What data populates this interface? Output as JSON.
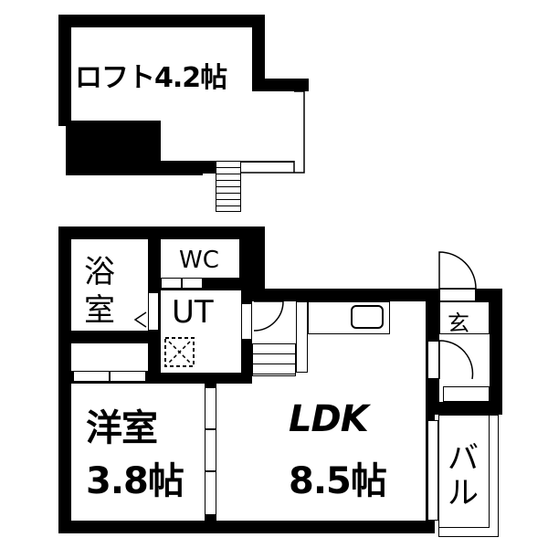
{
  "floorplan": {
    "loft": {
      "label": "ロフト4.2帖",
      "name": "ロフト",
      "size_jo": "4.2"
    },
    "bath": {
      "label_line1": "浴",
      "label_line2": "室"
    },
    "toilet": {
      "label": "WC"
    },
    "utility": {
      "label": "UT"
    },
    "western_room": {
      "label_line1": "洋室",
      "label_line2": "3.8帖",
      "size_jo": "3.8"
    },
    "ldk": {
      "label_line1": "LDK",
      "label_line2": "8.5帖",
      "size_jo": "8.5"
    },
    "entrance": {
      "label": "玄"
    },
    "balcony": {
      "label_line1": "バ",
      "label_line2": "ル"
    }
  },
  "colors": {
    "wall": "#000000",
    "background": "#ffffff"
  }
}
